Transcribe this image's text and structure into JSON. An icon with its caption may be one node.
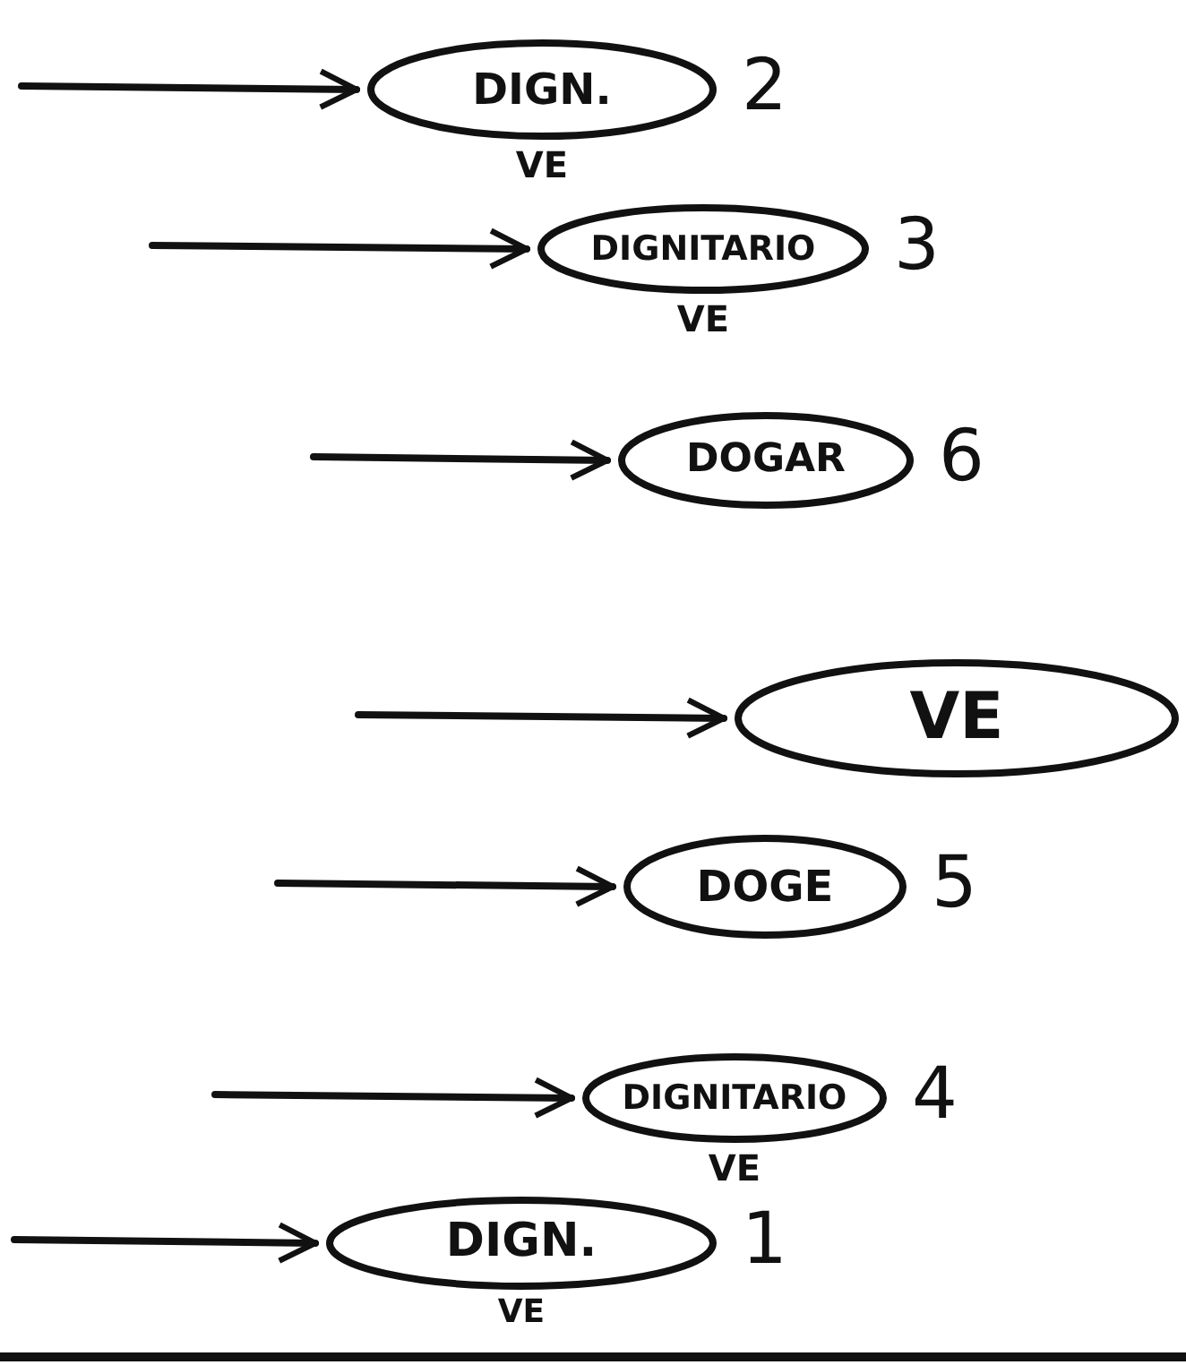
{
  "diagram": {
    "nodes": [
      {
        "text": [
          "DIGN.",
          "VE"
        ],
        "beside": [
          "2"
        ]
      },
      {
        "text": [
          "DIGNITARIO",
          "VE"
        ],
        "beside": [
          "3"
        ]
      },
      {
        "text": [
          "DOGAR"
        ],
        "beside": [
          "6"
        ]
      },
      {
        "text": [
          "VE"
        ]
      },
      {
        "text": [
          "DOGE"
        ],
        "beside": [
          "5"
        ]
      },
      {
        "text": [
          "DIGNITARIO",
          "VE"
        ],
        "beside": [
          "4"
        ]
      },
      {
        "text": [
          "DIGN.",
          "VE"
        ],
        "beside": [
          "1"
        ]
      }
    ],
    "edges": [
      {
        "from": null,
        "to": 0,
        "arrow": "to"
      },
      {
        "from": null,
        "to": 1,
        "arrow": "to"
      },
      {
        "from": null,
        "to": 2,
        "arrow": "to"
      },
      {
        "from": null,
        "to": 3,
        "arrow": "to"
      },
      {
        "from": null,
        "to": 4,
        "arrow": "to"
      },
      {
        "from": null,
        "to": 5,
        "arrow": "to"
      },
      {
        "from": null,
        "to": 6,
        "arrow": "to"
      }
    ]
  }
}
